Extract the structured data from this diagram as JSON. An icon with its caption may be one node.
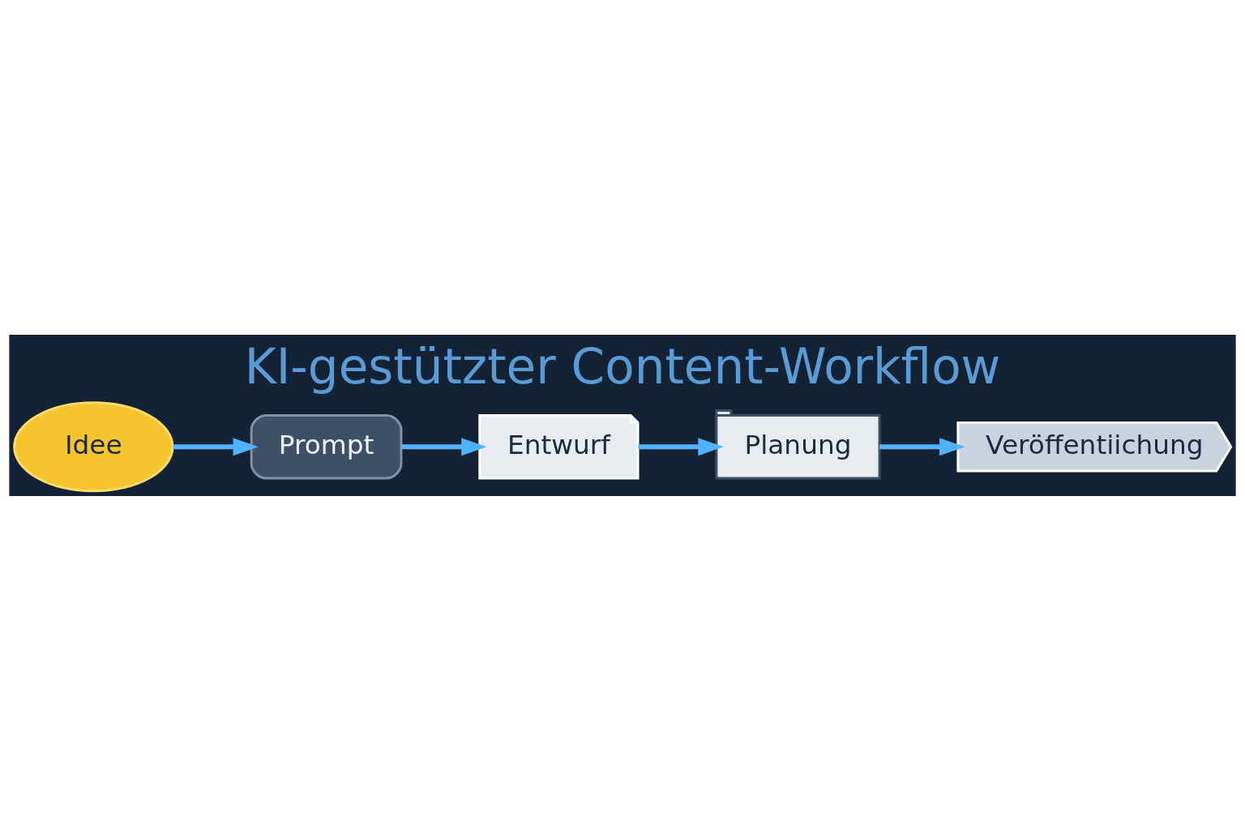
{
  "diagram": {
    "title": "KI-gestützter Content-Workflow",
    "nodes": [
      {
        "text": [
          "Idee"
        ]
      },
      {
        "text": [
          "Prompt"
        ]
      },
      {
        "text": [
          "Entwurf"
        ]
      },
      {
        "text": [
          "Planung"
        ]
      },
      {
        "text": [
          "Veröffentiichung"
        ]
      }
    ],
    "edges": [
      {
        "from": 0,
        "to": 1,
        "arrow": "to"
      },
      {
        "from": 1,
        "to": 2,
        "arrow": "to"
      },
      {
        "from": 2,
        "to": 3,
        "arrow": "to"
      },
      {
        "from": 3,
        "to": 4,
        "arrow": "to"
      }
    ]
  }
}
